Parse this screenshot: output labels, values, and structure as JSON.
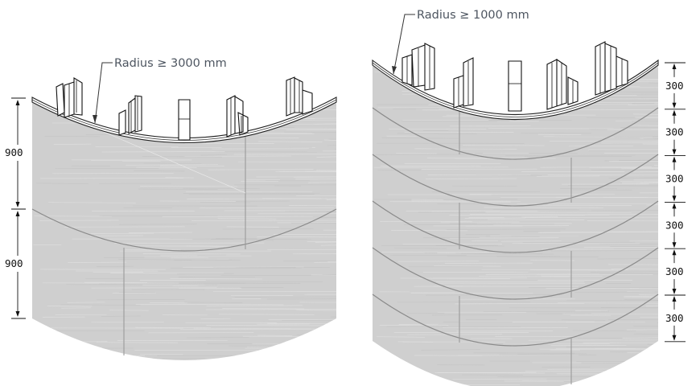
{
  "left_panel": {
    "radius_label": "Radius ≥ 3000 mm",
    "dimensions": [
      "900",
      "900"
    ]
  },
  "right_panel": {
    "radius_label": "Radius ≥ 1000 mm",
    "dimensions": [
      "300",
      "300",
      "300",
      "300",
      "300",
      "300"
    ]
  },
  "colors": {
    "panel": "#cfcfcf",
    "seam": "#8a8a8a",
    "label": "#4d5560"
  }
}
